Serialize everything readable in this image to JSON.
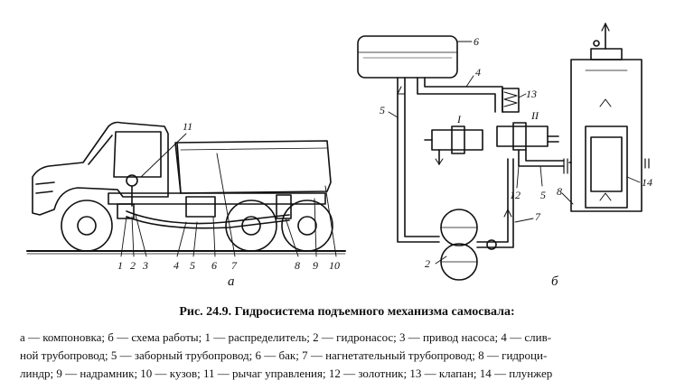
{
  "figure": {
    "caption": "Рис. 24.9. Гидросистема подъемного механизма самосвала:",
    "legend_line1": "а — компоновка; б — схема работы; 1 — распределитель; 2 — гидронасос; 3 — привод насоса; 4 — слив-",
    "legend_line2": "ной трубопровод; 5 — заборный трубопровод; 6 — бак; 7 — нагнетательный трубопровод; 8 — гидроци-",
    "legend_line3": "линдр; 9 — надрамник; 10 — кузов; 11 — рычаг управления; 12 — золотник; 13 — клапан; 14 — плунжер"
  },
  "truck_labels": {
    "l1": "1",
    "l2": "2",
    "l3": "3",
    "l4": "4",
    "l5": "5",
    "l6": "6",
    "l7": "7",
    "l8": "8",
    "l9": "9",
    "l10": "10",
    "l11": "11",
    "sub_a": "а"
  },
  "scheme_labels": {
    "l2": "2",
    "l4": "4",
    "l5": "5",
    "l5b": "5",
    "l6": "6",
    "l7": "7",
    "l8": "8",
    "l12": "12",
    "l13": "13",
    "l14": "14",
    "roman1": "I",
    "roman2": "II",
    "sub_b": "б"
  }
}
